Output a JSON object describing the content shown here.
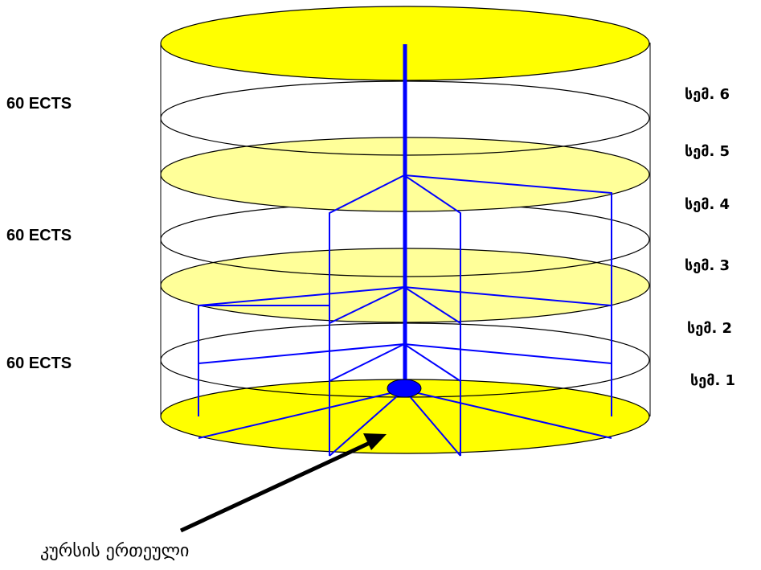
{
  "credit_labels": [
    "60 ECTS",
    "60 ECTS",
    "60 ECTS"
  ],
  "semesters": [
    "სემ. 6",
    "სემ. 5",
    "სემ. 4",
    "სემ. 3",
    "სემ. 2",
    "სემ. 1"
  ],
  "caption": "კურსის ერთეული",
  "colors": {
    "fill": "#ffff00",
    "structure": "#0000ff",
    "outline": "#000000"
  }
}
